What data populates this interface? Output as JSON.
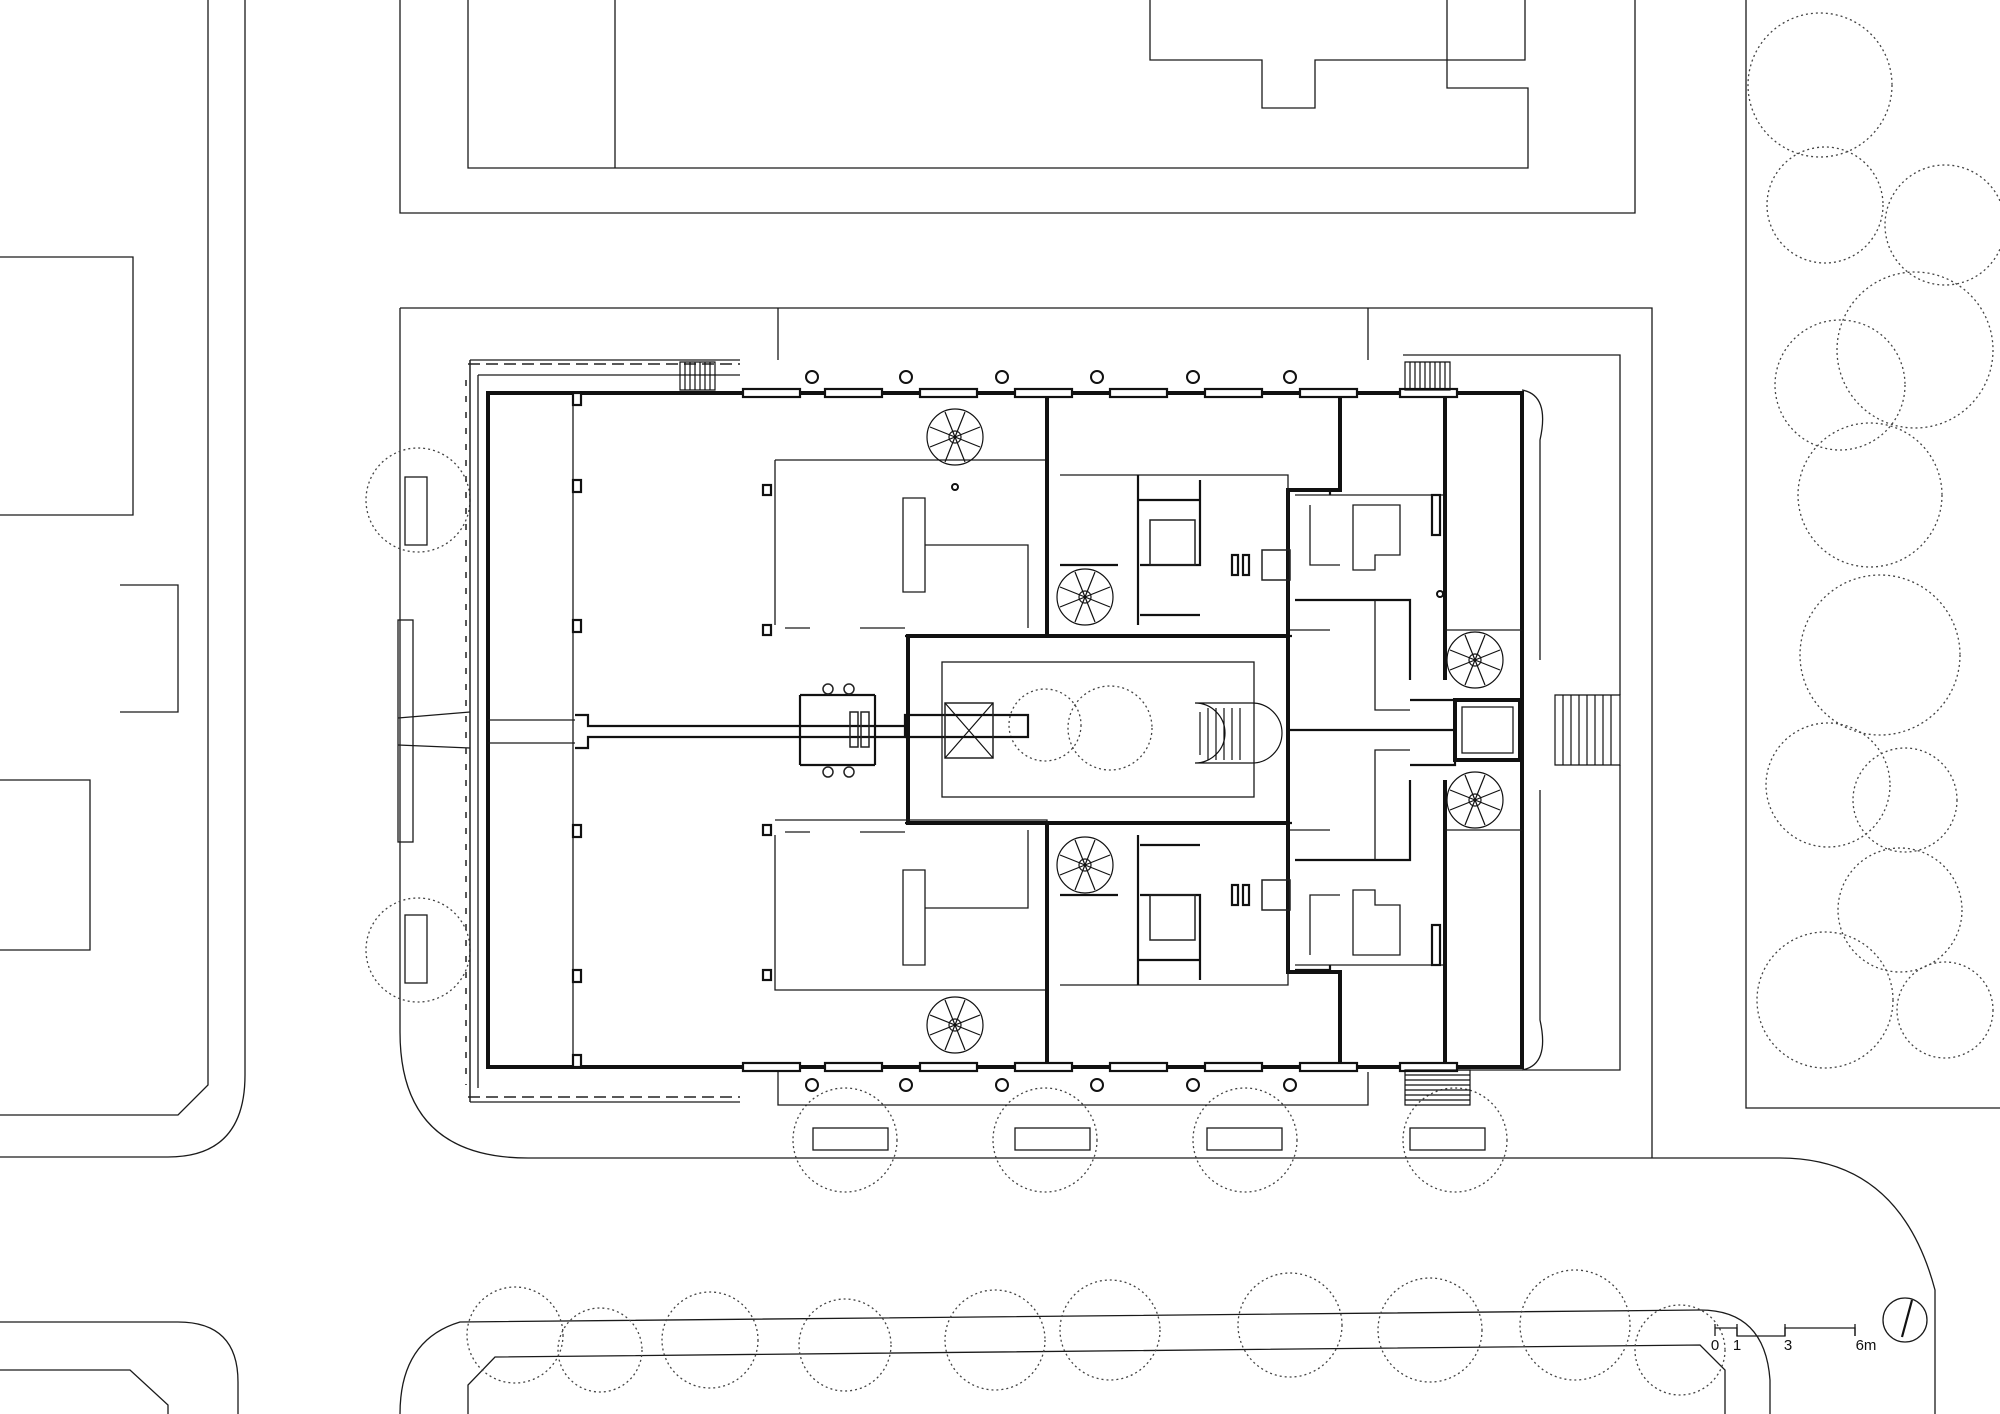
{
  "drawing": {
    "type": "site-plan",
    "scale_bar": {
      "ticks": [
        "0",
        "1",
        "3",
        "6m"
      ]
    },
    "north_arrow": "north-arrow-icon",
    "colors": {
      "line": "#1a1a1a",
      "background": "#ffffff",
      "trees": "#444444"
    }
  }
}
